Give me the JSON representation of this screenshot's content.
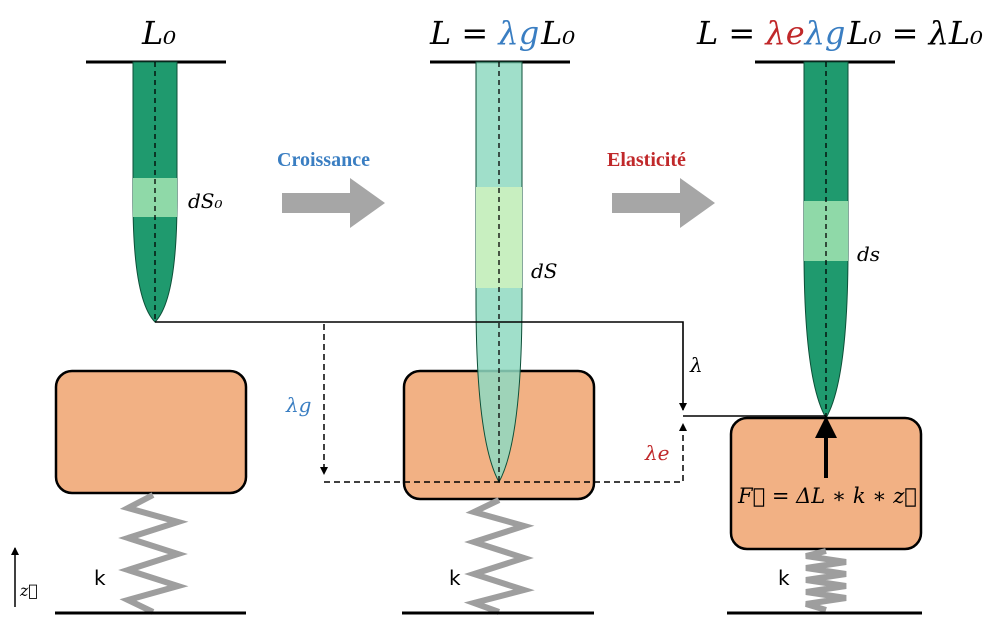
{
  "colors": {
    "cell_dark": "#1f9a6e",
    "cell_light": "#8fd9c1",
    "band": "#c8efc0",
    "block": "#f2b184",
    "arrow": "#a6a6a6",
    "growth_text": "#3a7ec2",
    "elastic_text": "#c0282a",
    "spring": "#a0a0a0"
  },
  "labels": {
    "title_initial": "L₀",
    "title_growth_lhs": "L = ",
    "title_growth_lambda": "λg",
    "title_growth_rhs": "L₀",
    "title_elastic_lhs": "L = ",
    "title_elastic_lambda_e": "λe",
    "title_elastic_lambda_g": "λg",
    "title_elastic_rhs": "L₀ = λL₀",
    "step_growth": "Croissance",
    "step_elasticity": "Elasticité",
    "element_initial": "dS₀",
    "element_growth": "dS",
    "element_elastic": "ds",
    "lambda_g": "λg",
    "lambda_e": "λe",
    "lambda": "λ",
    "force": "F⃗ = ΔL ∗ k ∗ z⃗",
    "spring_constant": "k",
    "axis": "z⃗"
  }
}
